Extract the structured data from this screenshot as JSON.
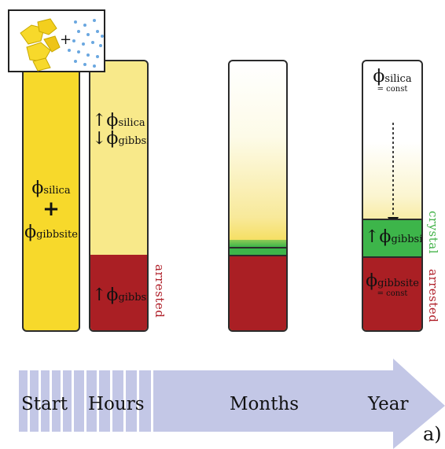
{
  "inset": {
    "plus": "+"
  },
  "tube1": {
    "phi": "ϕ",
    "silica": "silica",
    "plus": "+",
    "gibbsite": "gibbsite"
  },
  "tube2": {
    "phi_up": "↑ϕ",
    "silica": "silica",
    "phi_down": "↓ϕ",
    "gibbsite_top": "gibbsite",
    "phi_up_bottom": "↑ϕ",
    "gibbsite_bottom": "gibbsite"
  },
  "tube4": {
    "phi_top": "ϕ",
    "silica": "silica",
    "const_top": "= const",
    "phi_mid": "↑ϕ",
    "gibbsite_mid": "gibbsite",
    "phi_bottom": "ϕ",
    "gibbsite_bottom": "gibbsite",
    "const_bottom": "= const"
  },
  "side_labels": {
    "arrested_1": "arrested",
    "crystal": "crystal",
    "arrested_2": "arrested"
  },
  "timeline": {
    "start": "Start",
    "hours": "Hours",
    "months": "Months",
    "year": "Year"
  },
  "panel_label": "a)",
  "colors": {
    "yellow": "#f7d92b",
    "pale_yellow": "#f8e98a",
    "red": "#aa1f24",
    "green": "#3db54a",
    "arrow_band": "#c3c7e6",
    "arrested_text": "#b0202a",
    "crystal_text": "#44b34a"
  }
}
